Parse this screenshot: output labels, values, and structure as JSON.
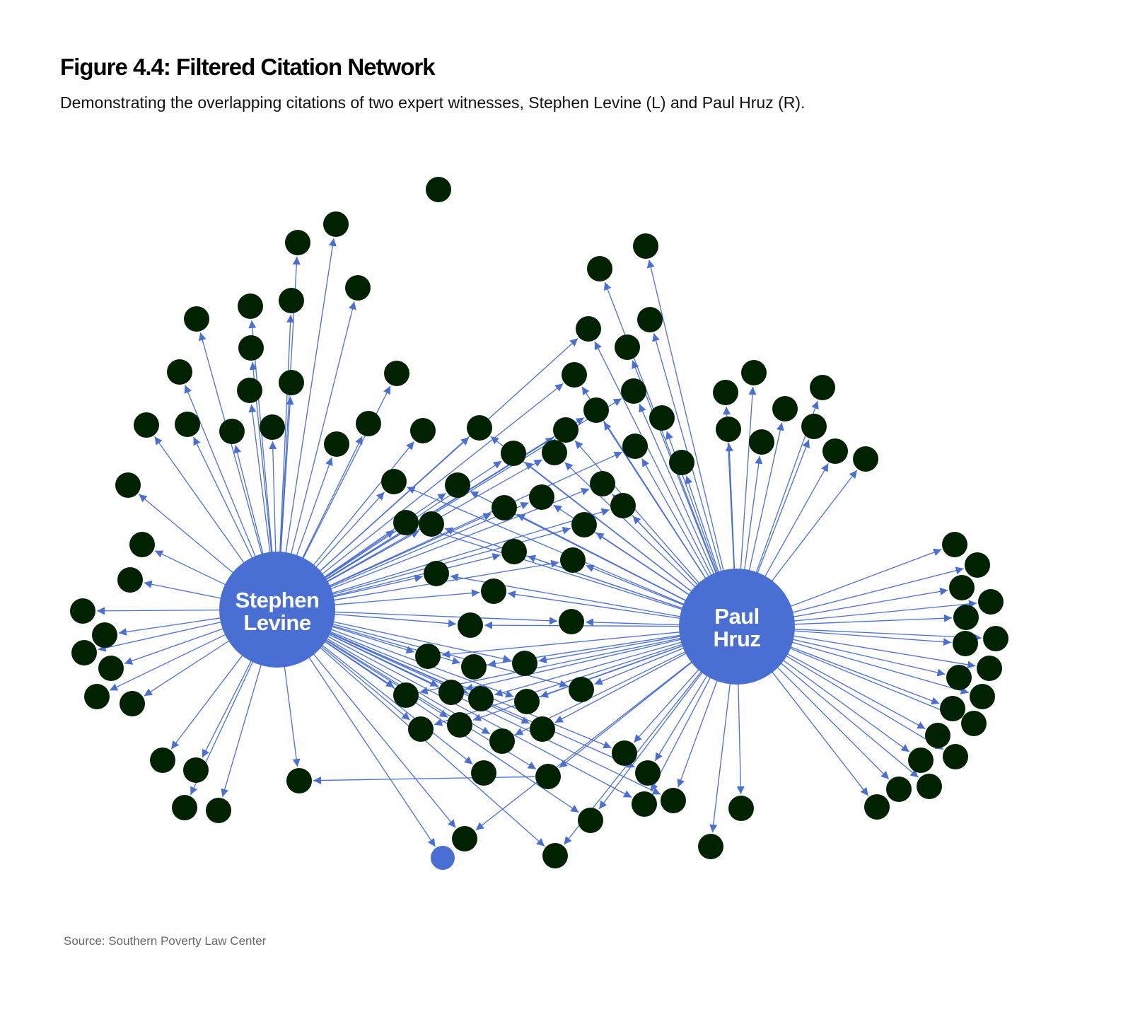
{
  "figure": {
    "title": "Figure 4.4: Filtered Citation Network",
    "subtitle": "Demonstrating the overlapping citations of two expert witnesses, Stephen Levine (L) and Paul Hruz (R).",
    "source": "Source: Southern Poverty Law Center"
  },
  "colors": {
    "hub": "#4a6fd4",
    "edge": "#4a6fd4",
    "node": "#002200",
    "unique_blue_node": "#4a6fd4"
  },
  "hubs": [
    {
      "id": "levine",
      "label_lines": [
        "Stephen",
        "Levine"
      ]
    },
    {
      "id": "hruz",
      "label_lines": [
        "Paul",
        "Hruz"
      ]
    }
  ]
}
